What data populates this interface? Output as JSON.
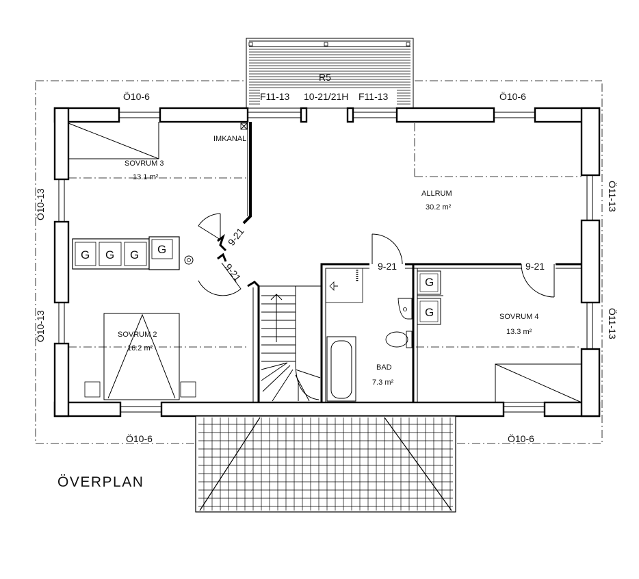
{
  "title": "ÖVERPLAN",
  "rooms": {
    "sovrum3": {
      "name": "SOVRUM 3",
      "area": "13.1 m²"
    },
    "allrum": {
      "name": "ALLRUM",
      "area": "30.2 m²"
    },
    "sovrum2": {
      "name": "SOVRUM 2",
      "area": "16.2 m²"
    },
    "sovrum4": {
      "name": "SOVRUM 4",
      "area": "13.3 m²"
    },
    "bad": {
      "name": "BAD",
      "area": "7.3 m²"
    }
  },
  "labels": {
    "imkanal": "IMKANAL",
    "r5": "R5",
    "door_balcony": "10-21/21H",
    "window_balcony_left": "F11-13",
    "window_balcony_right": "F11-13"
  },
  "windows": {
    "top_left": "Ö10-6",
    "top_right": "Ö10-6",
    "bottom_left": "Ö10-6",
    "bottom_right": "Ö10-6",
    "left_upper": "Ö10-13",
    "left_lower": "Ö10-13",
    "right_upper": "Ö11-13",
    "right_lower": "Ö11-13"
  },
  "doors": {
    "sovrum3": "9-21",
    "sovrum2": "9-21",
    "bad": "9-21",
    "sovrum4": "9-21"
  },
  "wardrobe": {
    "g1": "G",
    "g2": "G",
    "g3": "G",
    "g4": "G",
    "g5": "G",
    "g6": "G"
  }
}
